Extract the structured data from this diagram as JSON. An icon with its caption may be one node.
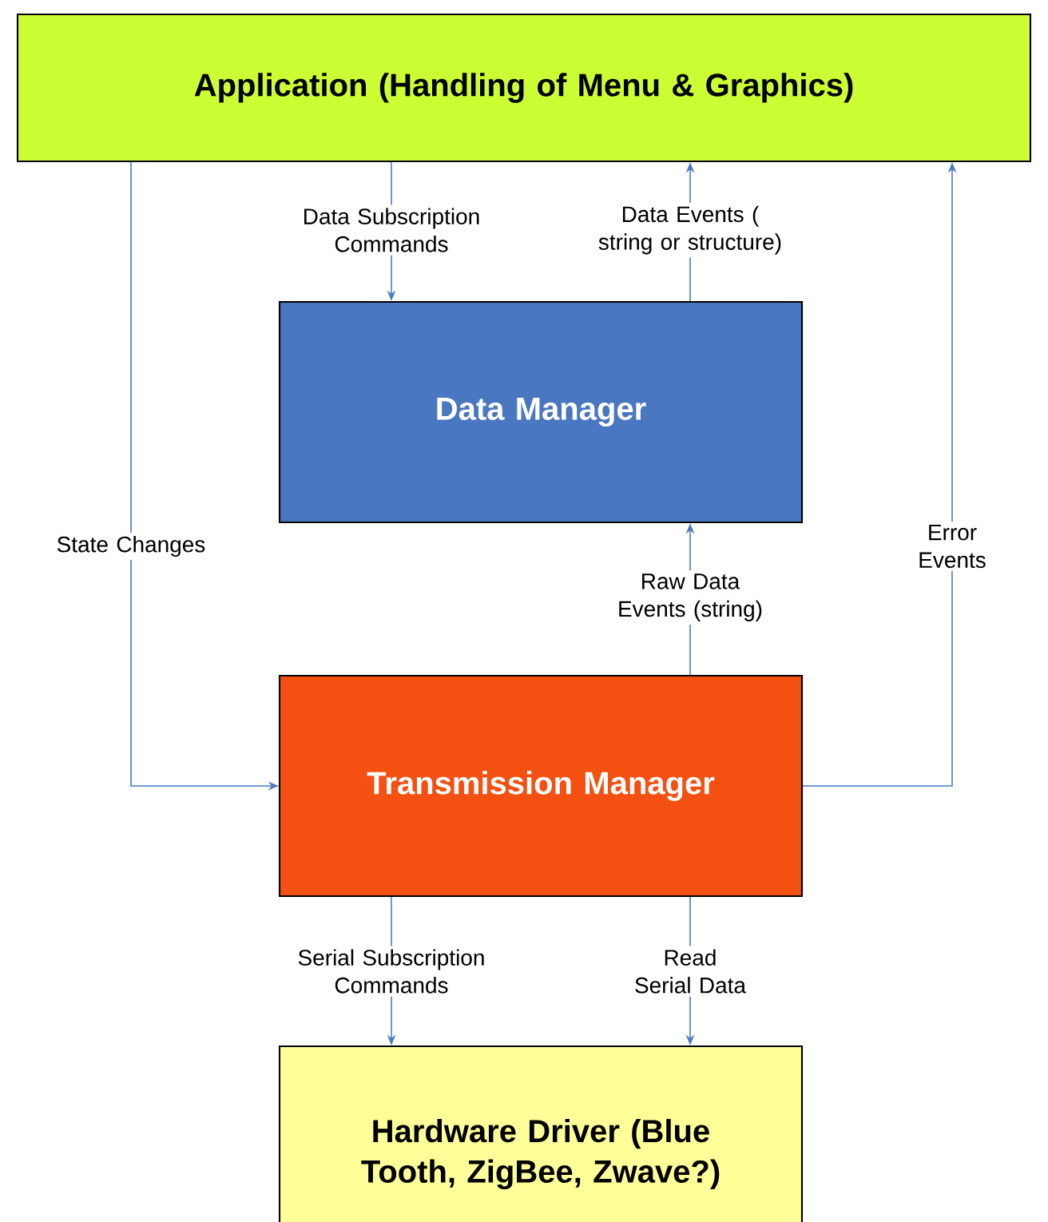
{
  "diagram": {
    "nodes": [
      {
        "text": [
          "Application (Handling of Menu & Graphics)"
        ]
      },
      {
        "text": [
          "Data Manager"
        ]
      },
      {
        "text": [
          "Transmission Manager"
        ]
      },
      {
        "text": [
          "Hardware Driver (Blue Tooth, ZigBee, Zwave?)"
        ]
      }
    ],
    "edges": [
      {
        "from": 0,
        "to": 1,
        "arrow": "to",
        "label": "Data Subscription Commands"
      },
      {
        "from": 1,
        "to": 0,
        "arrow": "to",
        "label": "Data Events ( string or structure)"
      },
      {
        "from": 0,
        "to": 2,
        "arrow": "to",
        "label": "State Changes"
      },
      {
        "from": 2,
        "to": 1,
        "arrow": "to",
        "label": "Raw Data Events (string)"
      },
      {
        "from": 2,
        "to": 0,
        "arrow": "to",
        "label": "Error Events"
      },
      {
        "from": 2,
        "to": 3,
        "arrow": "to",
        "label": "Serial Subscription Commands"
      },
      {
        "from": 2,
        "to": 3,
        "arrow": "to",
        "label": "Read Serial Data"
      }
    ]
  }
}
